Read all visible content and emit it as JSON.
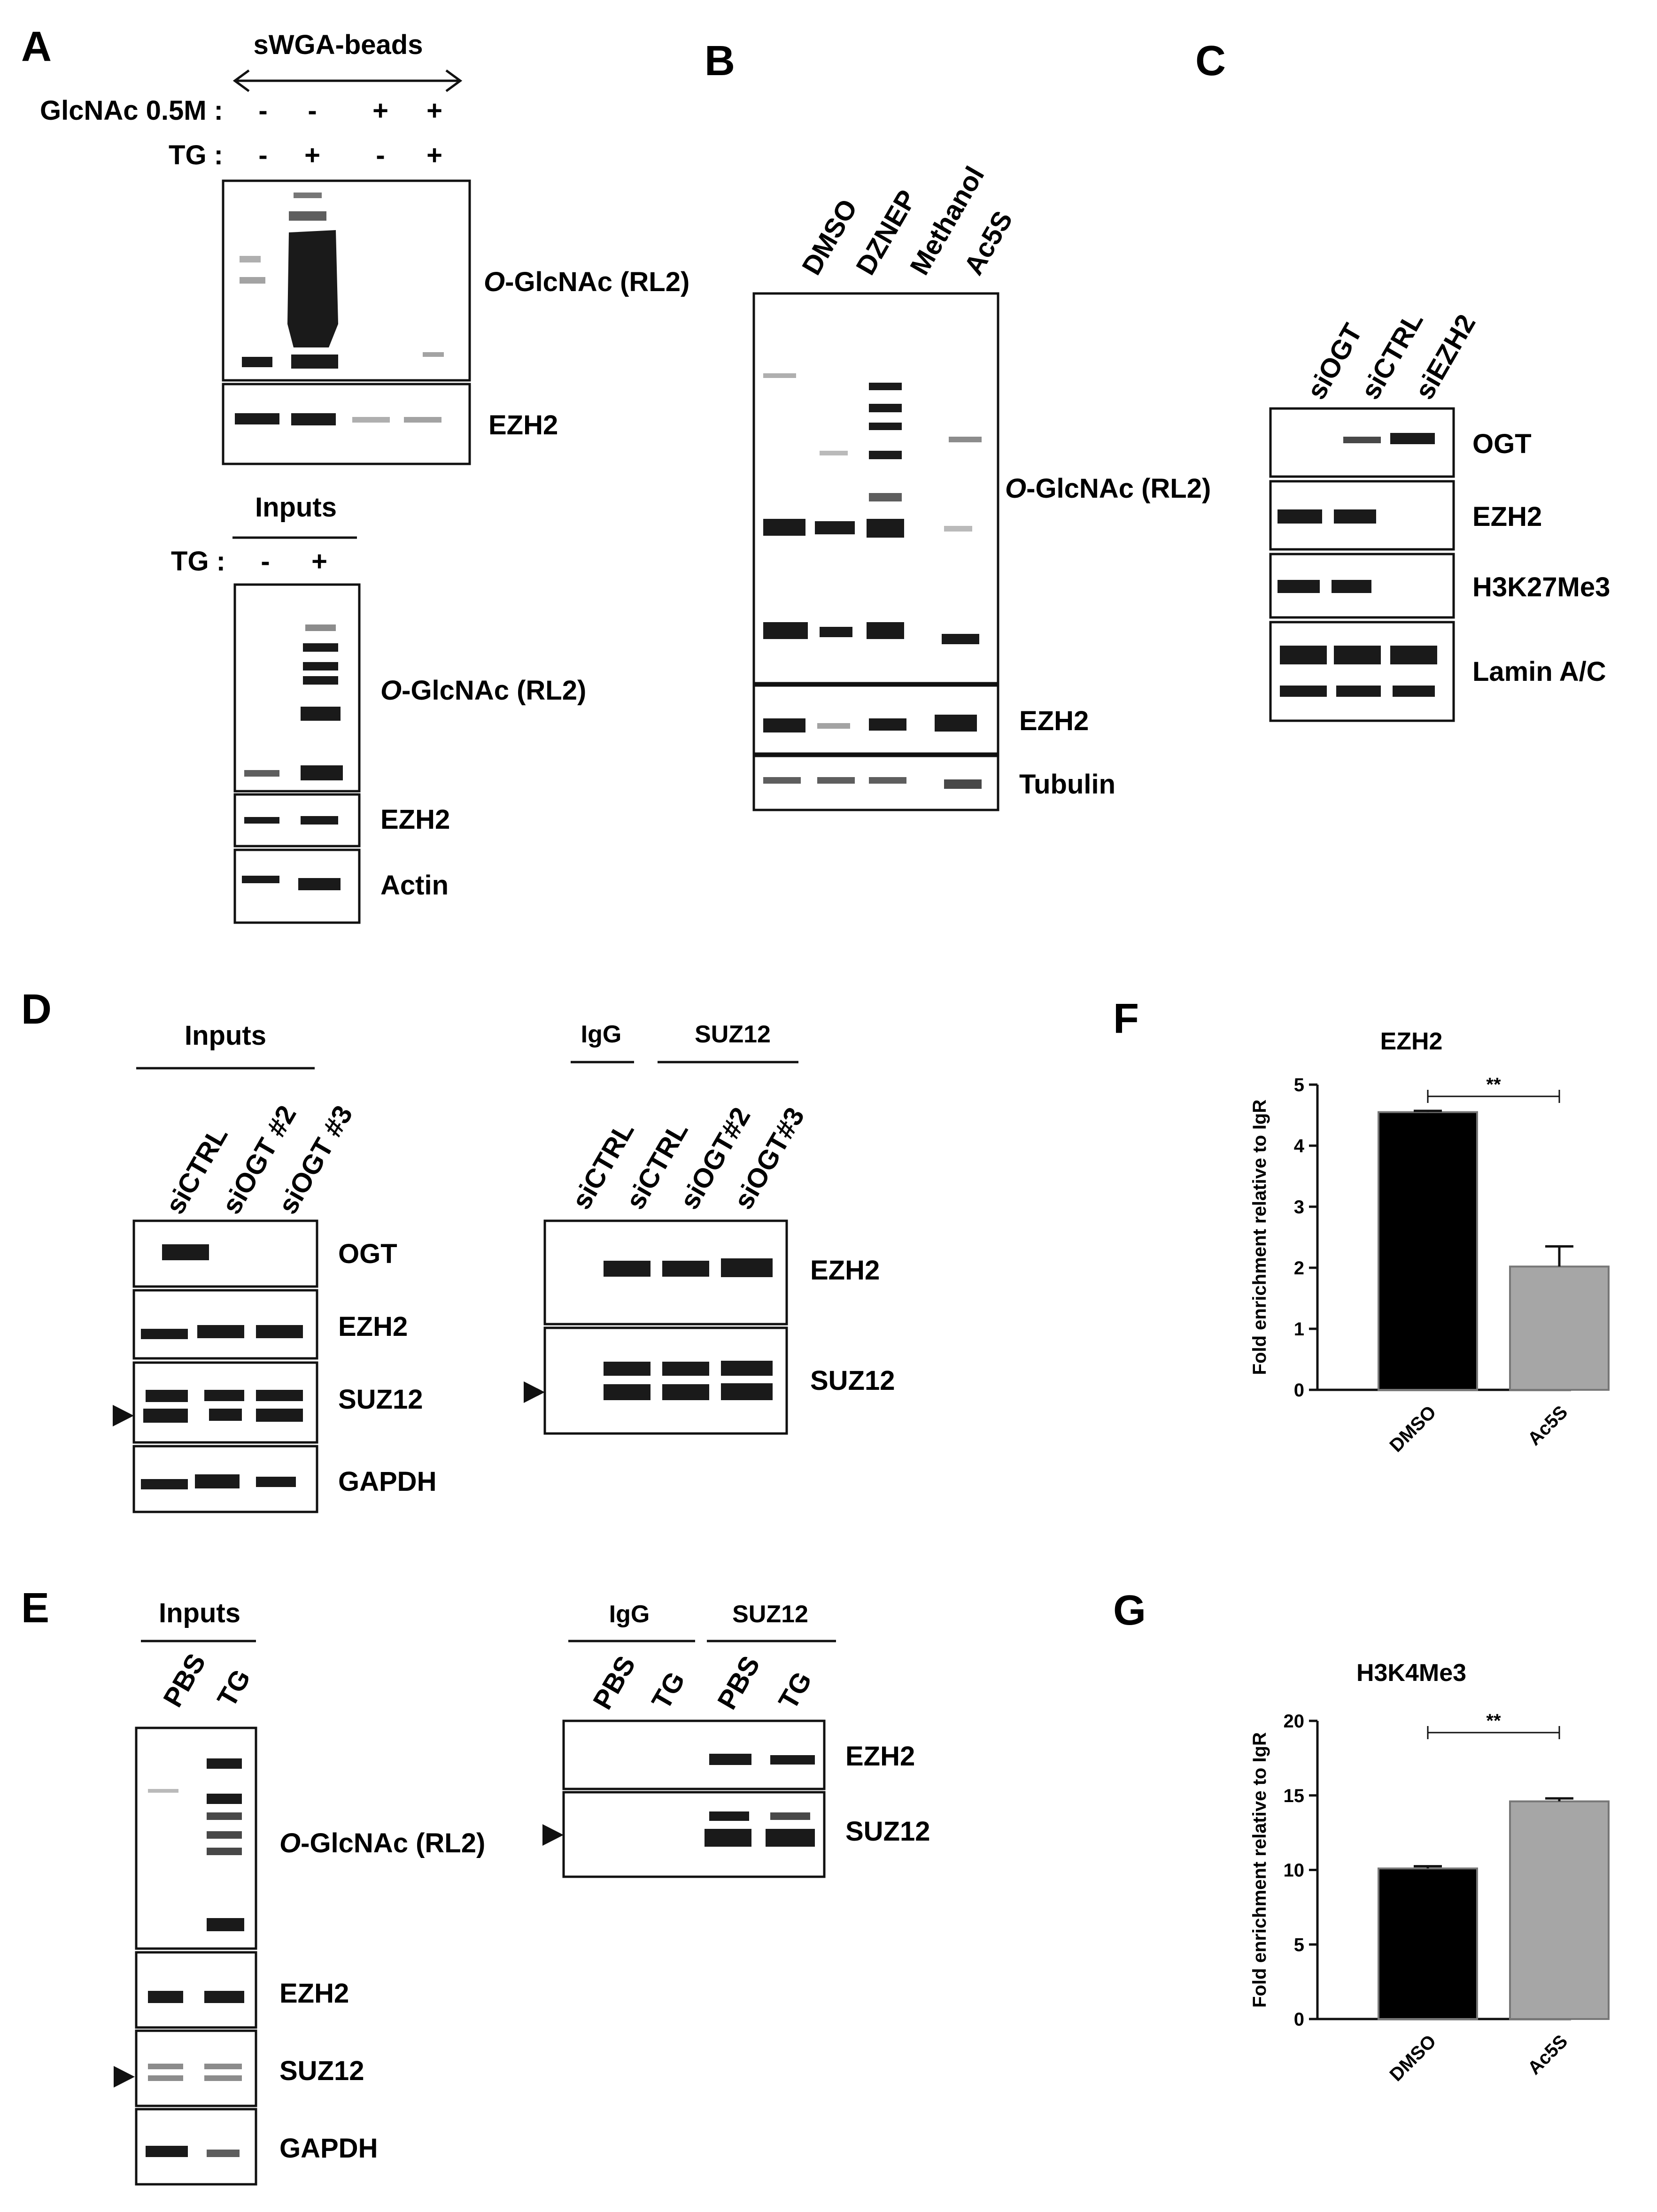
{
  "panels": {
    "A": "A",
    "B": "B",
    "C": "C",
    "D": "D",
    "E": "E",
    "F": "F",
    "G": "G"
  },
  "panel_a": {
    "beads_label": "sWGA-beads",
    "glcnac_label": "GlcNAc 0.5M :",
    "glcnac_signs": [
      "-",
      "-",
      "+",
      "+"
    ],
    "tg_label": "TG :",
    "tg_signs": [
      "-",
      "+",
      "-",
      "+"
    ],
    "blot_labels": [
      "O-GlcNAc (RL2)",
      "EZH2"
    ],
    "inputs_header": "Inputs",
    "inputs_tg_label": "TG :",
    "inputs_tg_signs": [
      "-",
      "+"
    ],
    "inputs_blot_labels": [
      "O-GlcNAc (RL2)",
      "EZH2",
      "Actin"
    ]
  },
  "panel_b": {
    "lanes": [
      "DMSO",
      "DZNEP",
      "Methanol",
      "Ac5S"
    ],
    "blot_labels": [
      "O-GlcNAc (RL2)",
      "EZH2",
      "Tubulin"
    ]
  },
  "panel_c": {
    "lanes": [
      "siOGT",
      "siCTRL",
      "siEZH2"
    ],
    "blot_labels": [
      "OGT",
      "EZH2",
      "H3K27Me3",
      "Lamin A/C"
    ]
  },
  "panel_d": {
    "inputs_header": "Inputs",
    "inputs_lanes": [
      "siCTRL",
      "siOGT #2",
      "siOGT #3"
    ],
    "inputs_blot_labels": [
      "OGT",
      "EZH2",
      "SUZ12",
      "GAPDH"
    ],
    "ip_header_igg": "IgG",
    "ip_header_suz12": "SUZ12",
    "ip_lanes": [
      "siCTRL",
      "siCTRL",
      "siOGT#2",
      "siOGT#3"
    ],
    "ip_blot_labels": [
      "EZH2",
      "SUZ12"
    ]
  },
  "panel_e": {
    "inputs_header": "Inputs",
    "inputs_lanes": [
      "PBS",
      "TG"
    ],
    "inputs_blot_labels": [
      "O-GlcNAc (RL2)",
      "EZH2",
      "SUZ12",
      "GAPDH"
    ],
    "ip_header_igg": "IgG",
    "ip_header_suz12": "SUZ12",
    "ip_lanes": [
      "PBS",
      "TG",
      "PBS",
      "TG"
    ],
    "ip_blot_labels": [
      "EZH2",
      "SUZ12"
    ]
  },
  "colors": {
    "dmso_bar": "#000000",
    "ac5s_bar": "#a6a6a6",
    "band": "#1a1a1a"
  },
  "chart_data": [
    {
      "type": "bar",
      "title": "EZH2",
      "ylabel": "Fold enrichment relative to IgR",
      "xlabel": "",
      "categories": [
        "DMSO",
        "Ac5S"
      ],
      "values": [
        4.55,
        2.02
      ],
      "errors": [
        0.02,
        0.33
      ],
      "ylim": [
        0,
        5
      ],
      "yticks": [
        0,
        1,
        2,
        3,
        4,
        5
      ],
      "significance": "**",
      "bar_colors": [
        "#000000",
        "#a6a6a6"
      ]
    },
    {
      "type": "bar",
      "title": "H3K4Me3",
      "ylabel": "Fold enrichment relative to IgR",
      "xlabel": "",
      "categories": [
        "DMSO",
        "Ac5S"
      ],
      "values": [
        10.1,
        14.6
      ],
      "errors": [
        0.15,
        0.2
      ],
      "ylim": [
        0,
        20
      ],
      "yticks": [
        0,
        5,
        10,
        15,
        20
      ],
      "significance": "**",
      "bar_colors": [
        "#000000",
        "#a6a6a6"
      ]
    }
  ]
}
